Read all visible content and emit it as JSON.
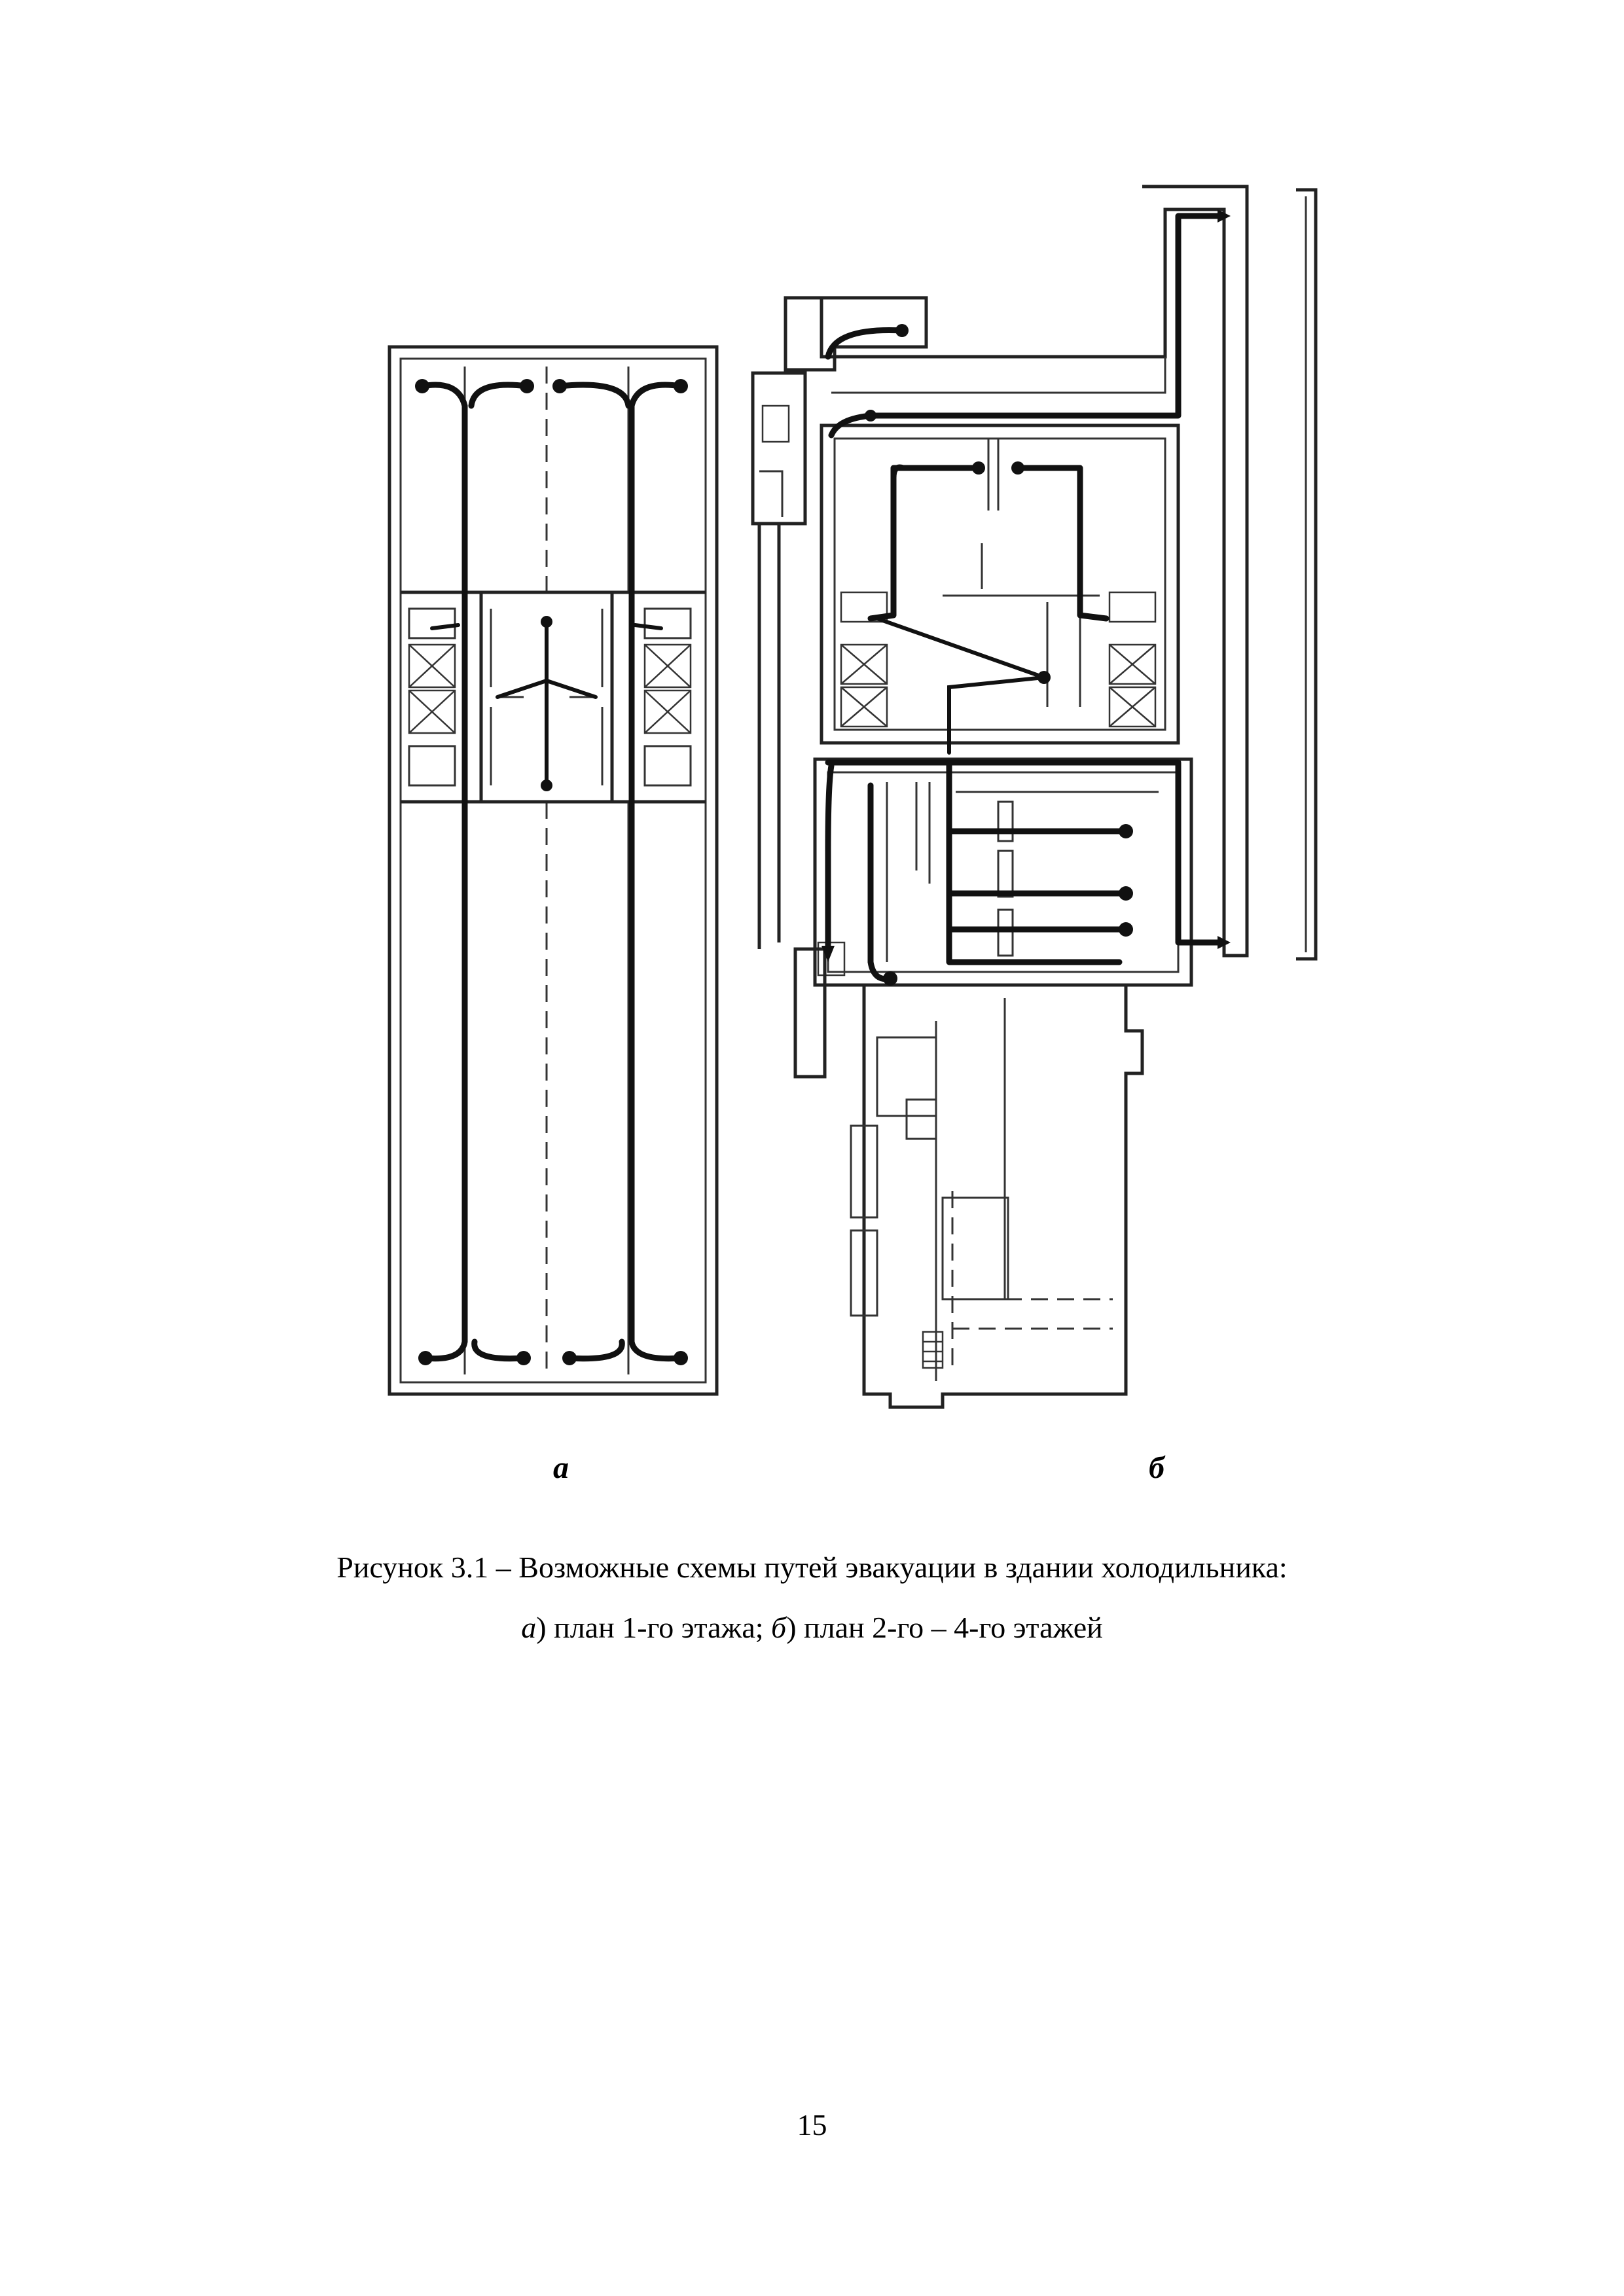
{
  "figure": {
    "panel_a_label": "а",
    "panel_b_label": "б",
    "caption_line1": "Рисунок 3.1 – Возможные схемы путей эвакуации в здании холодильника:",
    "caption_line2_part1": "а",
    "caption_line2_part2": ") план 1-го этажа; ",
    "caption_line2_part3": "б",
    "caption_line2_part4": ") план 2-го – 4-го этажей"
  },
  "page": {
    "number": "15"
  },
  "colors": {
    "line": "#222222",
    "route": "#111111",
    "background": "#ffffff"
  }
}
